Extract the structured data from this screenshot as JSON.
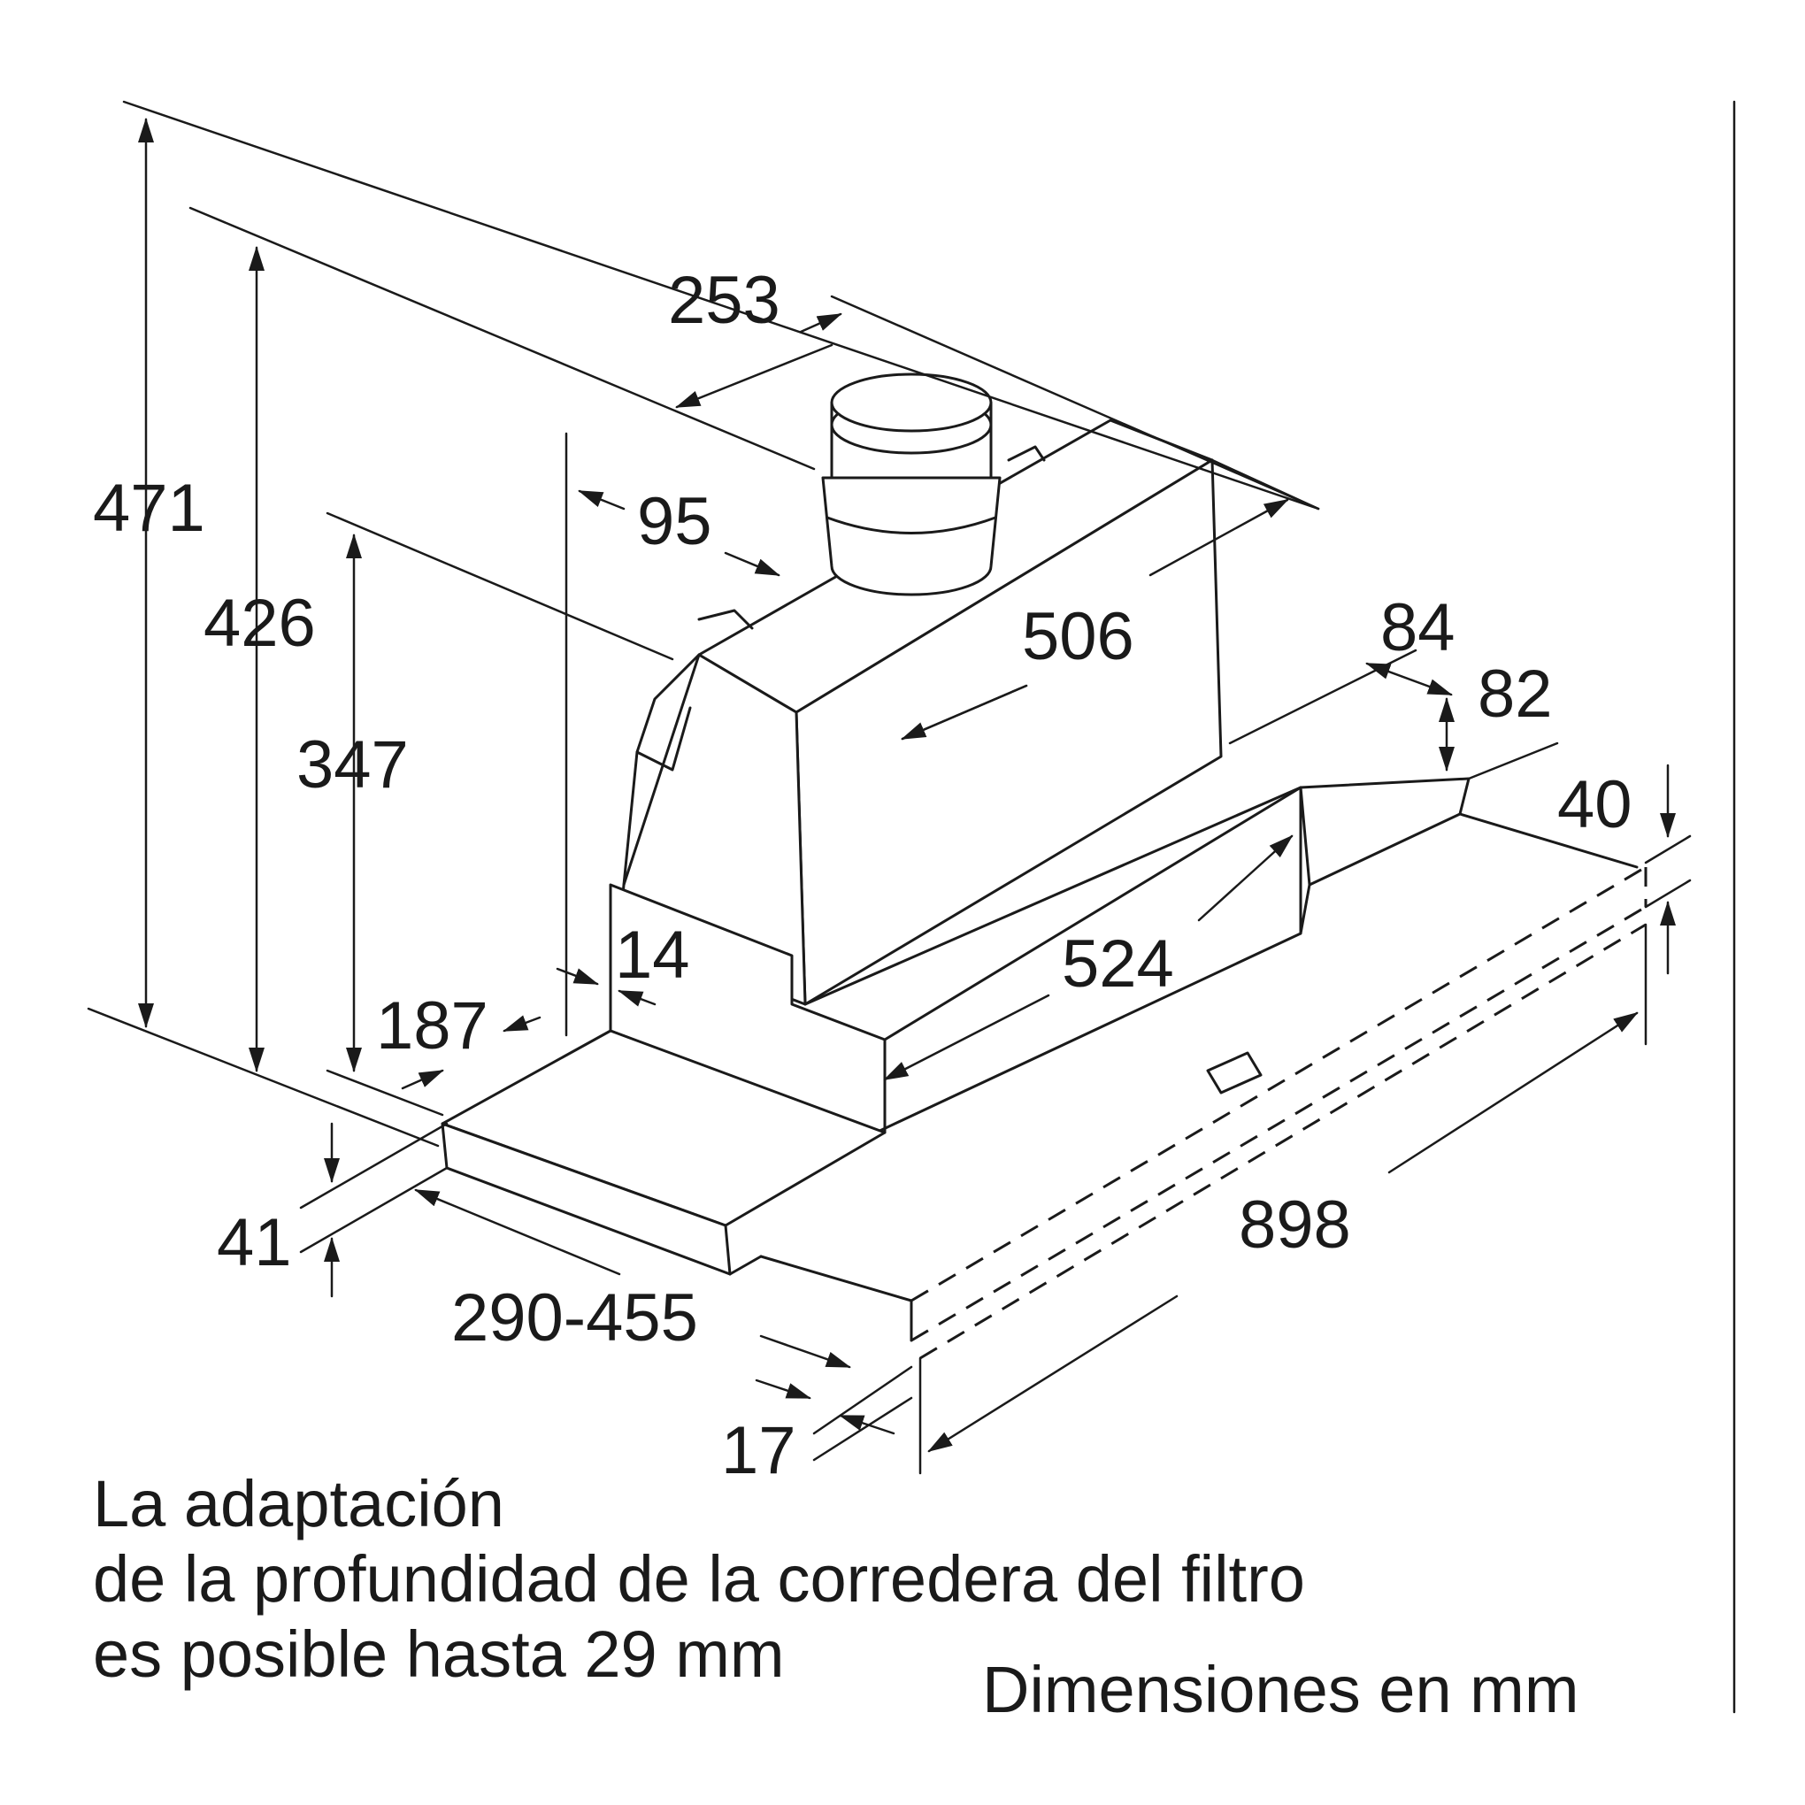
{
  "dimensions": {
    "total_height": "471",
    "height_426": "426",
    "height_347": "347",
    "duct_width": "253",
    "offset_95": "95",
    "body_depth": "506",
    "width_84": "84",
    "height_82": "82",
    "height_40": "40",
    "width_524": "524",
    "offset_14": "14",
    "offset_187": "187",
    "height_41": "41",
    "filter_depth_range": "290-455",
    "offset_17": "17",
    "total_width": "898"
  },
  "notes": {
    "line1": "La adaptación",
    "line2": "de la profundidad de la corredera del filtro",
    "line3": "es posible hasta 29 mm",
    "units": "Dimensiones en mm"
  }
}
